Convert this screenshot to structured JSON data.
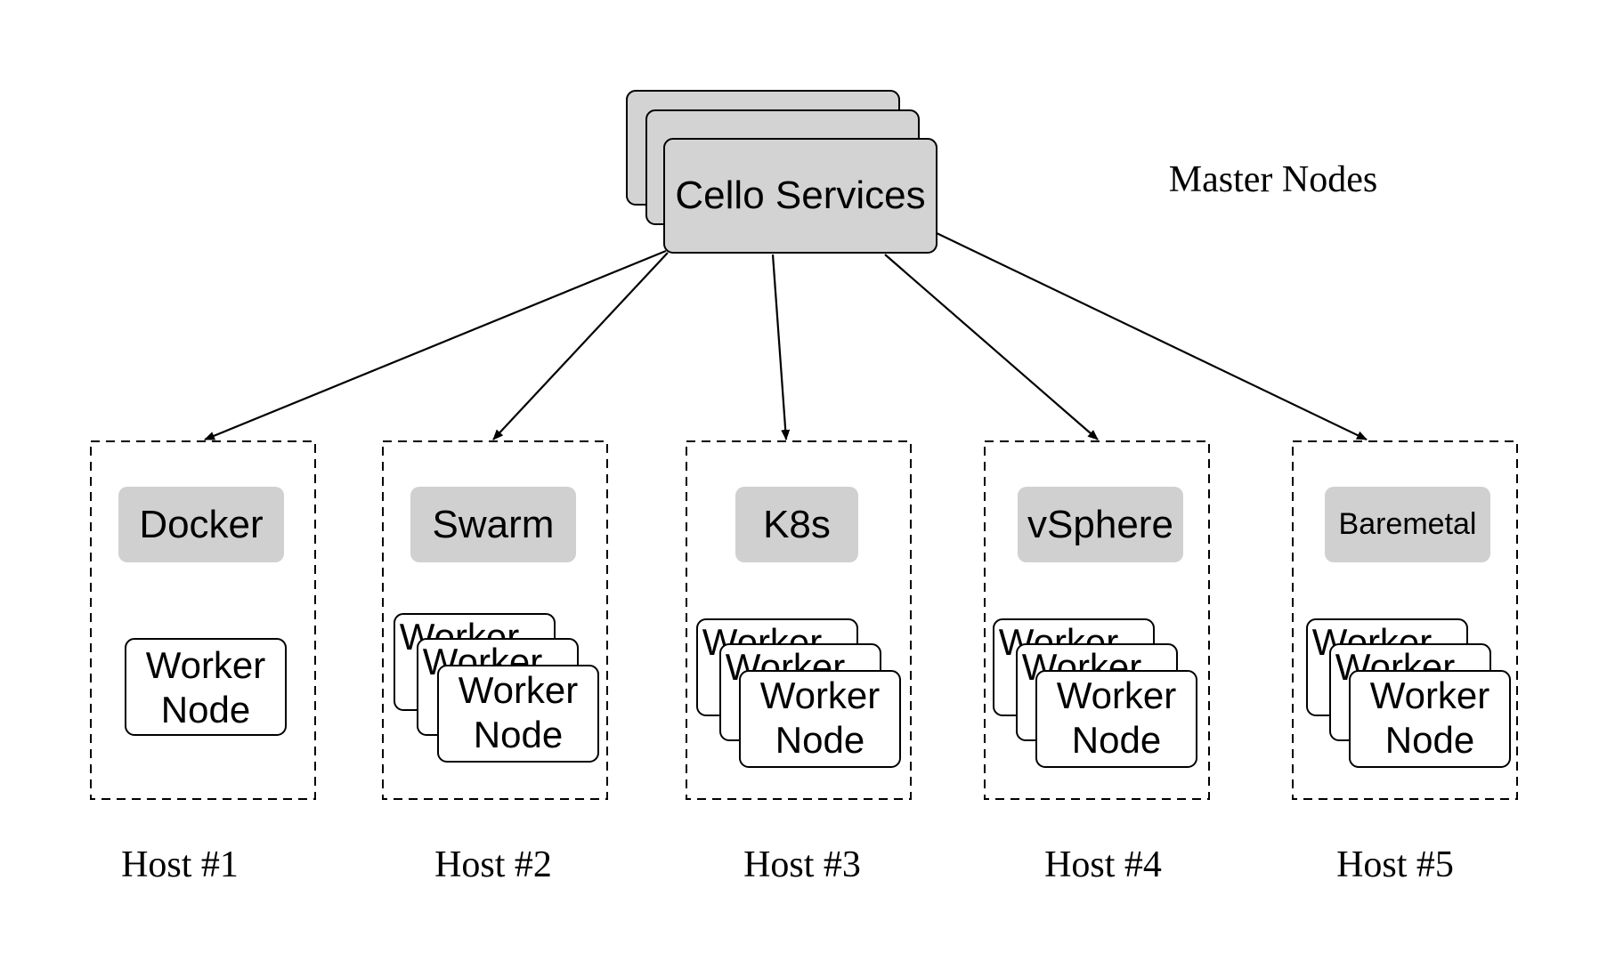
{
  "master": {
    "label": "Cello Services",
    "caption": "Master Nodes"
  },
  "worker_label_line1": "Worker",
  "worker_label_line2": "Node",
  "hosts": [
    {
      "driver": "Docker",
      "caption": "Host #1"
    },
    {
      "driver": "Swarm",
      "caption": "Host #2"
    },
    {
      "driver": "K8s",
      "caption": "Host #3"
    },
    {
      "driver": "vSphere",
      "caption": "Host #4"
    },
    {
      "driver": "Baremetal",
      "caption": "Host #5"
    }
  ],
  "colors": {
    "master_fill": "#d3d3d3",
    "driver_fill": "#d0d0d0",
    "stroke": "#000000",
    "worker_fill": "#ffffff"
  }
}
